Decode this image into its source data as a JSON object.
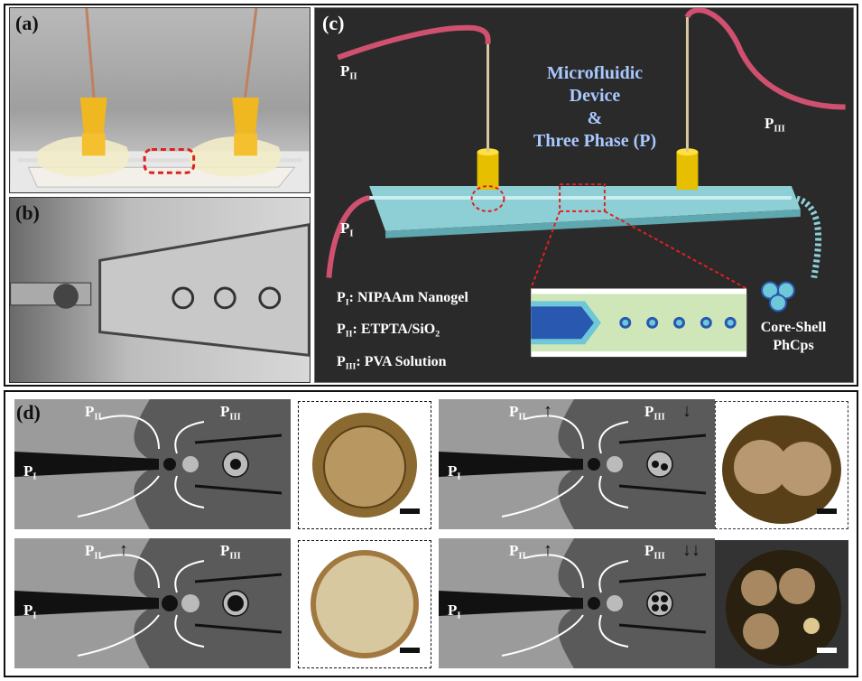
{
  "figure": {
    "panels": {
      "a": {
        "label": "(a)",
        "description": "photo of microfluidic device with two yellow needle hubs",
        "highlight_color": "#e02020"
      },
      "b": {
        "label": "(b)",
        "description": "microscope image of capillary tip generating droplets"
      },
      "c": {
        "label": "(c)",
        "title_lines": [
          "Microfluidic",
          "Device",
          "&",
          "Three Phase (P)"
        ],
        "phase_labels": {
          "p1": "P",
          "p1_sub": "I",
          "p2": "P",
          "p2_sub": "II",
          "p3": "P",
          "p3_sub": "III"
        },
        "legend": [
          {
            "p": "P",
            "sub": "I",
            "text": ": NIPAAm Nanogel"
          },
          {
            "p": "P",
            "sub": "II",
            "text": ": ETPTA/SiO",
            "tail_sub": "2"
          },
          {
            "p": "P",
            "sub": "III",
            "text": ": PVA Solution"
          }
        ],
        "product_lines": [
          "Core-Shell",
          "PhCps"
        ],
        "inset_labels": {
          "p1": "P",
          "p1_sub": "I",
          "p2": "P",
          "p2_sub": "II",
          "p3": "P",
          "p3_sub": "III"
        },
        "colors": {
          "background": "#2a2a2a",
          "title": "#a8c8ff",
          "chip": "#8ecfd6",
          "tube": "#d05070",
          "arrow": "#e02020",
          "hub": "#e6c000"
        }
      },
      "d": {
        "label": "(d)",
        "schematics": [
          {
            "id": "single-core",
            "p2_arrow": "",
            "p3_arrow": "",
            "cores": 1
          },
          {
            "id": "double-core",
            "p2_arrow": "↑",
            "p3_arrow": "↓",
            "cores": 2
          },
          {
            "id": "large-core",
            "p2_arrow": "↑",
            "p3_arrow": "",
            "cores": 1
          },
          {
            "id": "quad-core",
            "p2_arrow": "↑",
            "p3_arrow": "↓↓",
            "cores": 4
          }
        ],
        "labels": {
          "p1": "P",
          "p1_sub": "I",
          "p2": "P",
          "p2_sub": "II",
          "p3": "P",
          "p3_sub": "III"
        }
      }
    }
  }
}
